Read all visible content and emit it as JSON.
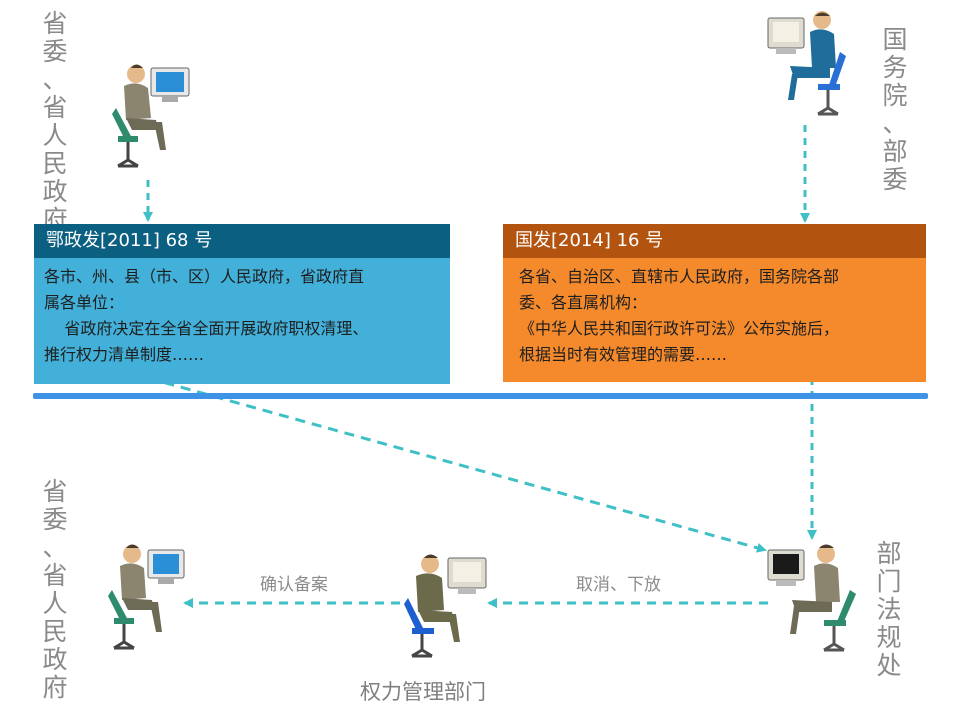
{
  "labels": {
    "top_left_vertical": [
      "省",
      "委",
      "、",
      "省",
      "人",
      "民",
      "政",
      "府"
    ],
    "top_right_vertical": [
      "国",
      "务",
      "院",
      "、",
      "部",
      "委"
    ],
    "bottom_left_vertical": [
      "省",
      "委",
      "、",
      "省",
      "人",
      "民",
      "政",
      "府"
    ],
    "bottom_right_vertical": [
      "部",
      "门",
      "法",
      "规",
      "处"
    ],
    "bottom_center": "权力管理部门",
    "arrow_confirm": "确认备案",
    "arrow_cancel": "取消、下放"
  },
  "left_box": {
    "title": "鄂政发[2011]   68 号",
    "lines": [
      "各市、州、县（市、区）人民政府，省政府直",
      "属各单位：",
      "    省政府决定在全省全面开展政府职权清理、",
      "推行权力清单制度……"
    ],
    "header_color": "#0b5f80",
    "body_color": "#42b0d8"
  },
  "right_box": {
    "title": "国发[2014]   16 号",
    "lines": [
      "各省、自治区、直辖市人民政府，国务院各部",
      "委、各直属机构：",
      "《中华人民共和国行政许可法》公布实施后，",
      "根据当时有效管理的需要……"
    ],
    "header_color": "#b2530f",
    "body_color": "#f48a2c"
  },
  "colors": {
    "divider": "#3f93e6",
    "connector": "#3fbfc6"
  },
  "icons": {
    "person_computer": "person-at-computer-icon"
  }
}
